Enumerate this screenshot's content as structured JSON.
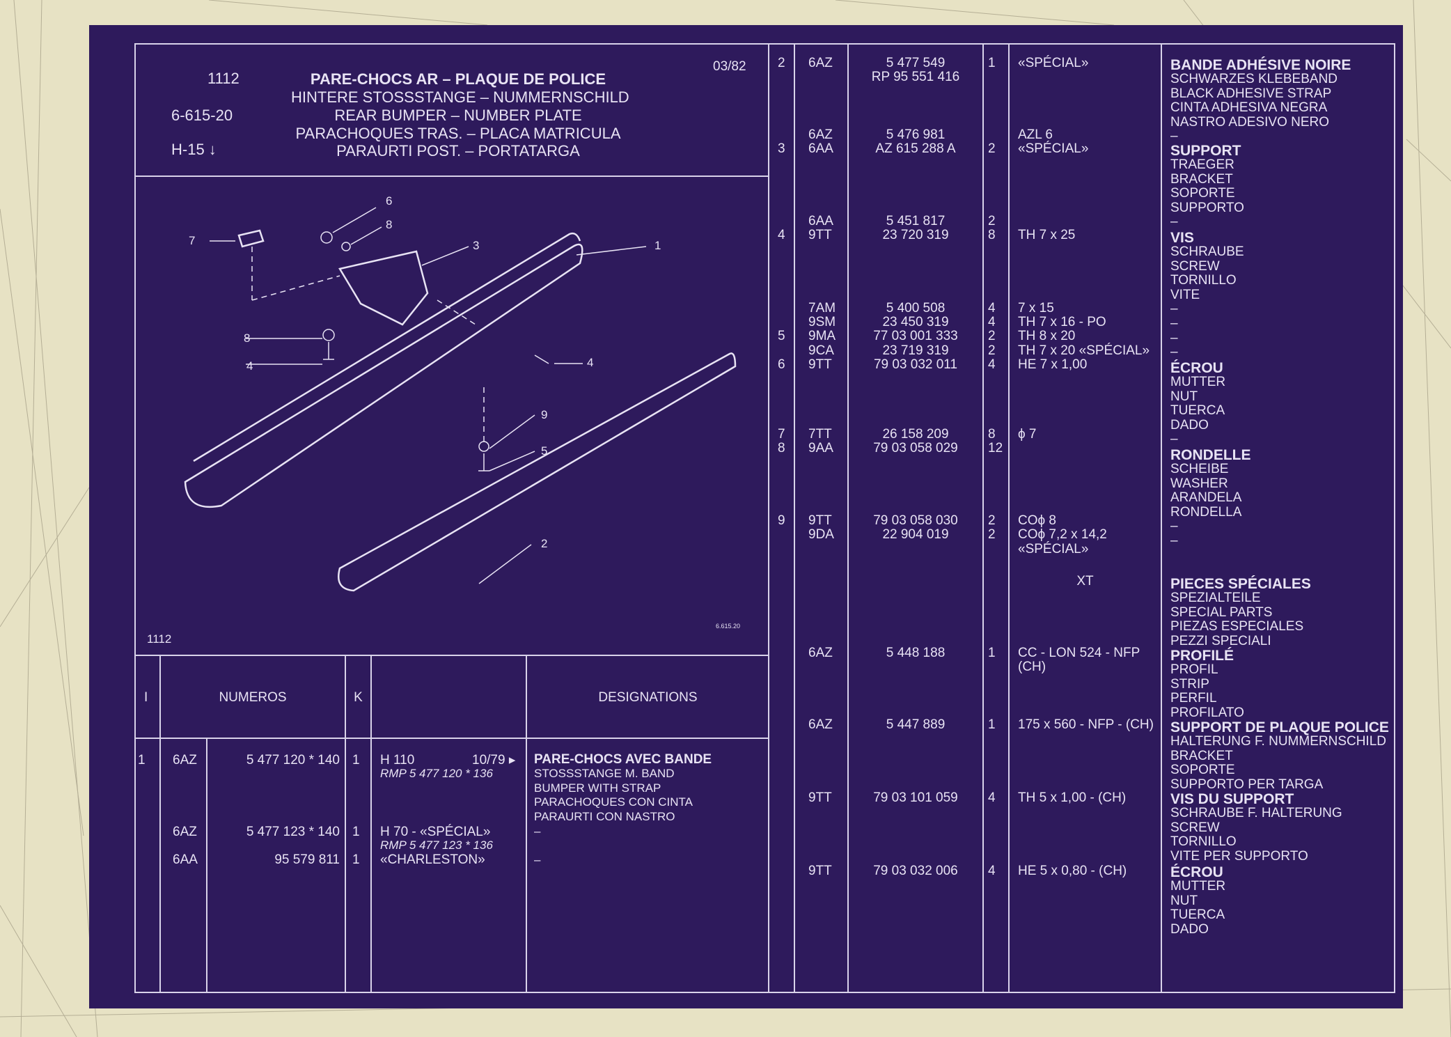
{
  "header": {
    "group": "1112",
    "ref": "6-615-20",
    "model": "H-15 ↓",
    "date": "03/82",
    "titles": [
      "PARE-CHOCS AR – PLAQUE DE POLICE",
      "HINTERE STOSSSTANGE – NUMMERNSCHILD",
      "REAR BUMPER – NUMBER PLATE",
      "PARACHOQUES TRAS. – PLACA MATRICULA",
      "PARAURTI POST. – PORTATARGA"
    ]
  },
  "illustration": {
    "callouts": [
      "1",
      "2",
      "3",
      "4",
      "5",
      "6",
      "7",
      "8",
      "9",
      "8",
      "4"
    ],
    "footer_group": "1112",
    "footer_ref": "6.615.20"
  },
  "table_header": {
    "col_i": "I",
    "col_numeros": "NUMEROS",
    "col_k": "K",
    "col_designations": "DESIGNATIONS"
  },
  "left_rows": [
    {
      "item": "1",
      "code": "6AZ",
      "num": "5  477  120 * 140",
      "qty": "1",
      "note": "H 110",
      "date": "10/79 ▸",
      "sub": "RMP 5 477 120 * 136"
    },
    {
      "item": "",
      "code": "6AZ",
      "num": "5  477  123 * 140",
      "qty": "1",
      "note": "H 70 - «SPÉCIAL»",
      "date": "",
      "sub": "RMP 5 477 123 * 136"
    },
    {
      "item": "",
      "code": "6AA",
      "num": "95  579  811",
      "qty": "1",
      "note": "«CHARLESTON»",
      "date": "",
      "sub": ""
    }
  ],
  "left_desc": {
    "title": "PARE-CHOCS AVEC BANDE",
    "lines": [
      "STOSSSTANGE M. BAND",
      "BUMPER WITH STRAP",
      "PARACHOQUES CON CINTA",
      "PARAURTI CON NASTRO"
    ],
    "dash1": "–",
    "dash2": "–"
  },
  "right_rows": [
    {
      "item": "2",
      "code": "6AZ",
      "num": "5  477  549",
      "qty": "1",
      "note": "«SPÉCIAL»"
    },
    {
      "item": "",
      "code": "",
      "num": "RP  95  551  416",
      "qty": "",
      "note": ""
    },
    {
      "item": "",
      "code": "6AZ",
      "num": "5  476  981",
      "qty": "",
      "note": "AZL 6"
    },
    {
      "item": "3",
      "code": "6AA",
      "num": "AZ  615  288  A",
      "qty": "2",
      "note": "«SPÉCIAL»"
    },
    {
      "item": "",
      "code": "6AA",
      "num": "5  451  817",
      "qty": "2",
      "note": ""
    },
    {
      "item": "4",
      "code": "9TT",
      "num": "23  720  319",
      "qty": "8",
      "note": "TH 7 x 25"
    },
    {
      "item": "",
      "code": "7AM",
      "num": "5  400  508",
      "qty": "4",
      "note": "7 x 15"
    },
    {
      "item": "",
      "code": "9SM",
      "num": "23  450  319",
      "qty": "4",
      "note": "TH 7 x 16 - PO"
    },
    {
      "item": "5",
      "code": "9MA",
      "num": "77  03  001  333",
      "qty": "2",
      "note": "TH 8 x 20"
    },
    {
      "item": "",
      "code": "9CA",
      "num": "23  719  319",
      "qty": "2",
      "note": "TH 7 x 20  «SPÉCIAL»"
    },
    {
      "item": "6",
      "code": "9TT",
      "num": "79  03  032  011",
      "qty": "4",
      "note": "HE 7 x 1,00"
    },
    {
      "item": "7",
      "code": "7TT",
      "num": "26  158  209",
      "qty": "8",
      "note": "ϕ 7"
    },
    {
      "item": "8",
      "code": "9AA",
      "num": "79  03  058  029",
      "qty": "12",
      "note": ""
    },
    {
      "item": "9",
      "code": "9TT",
      "num": "79  03  058  030",
      "qty": "2",
      "note": "COϕ 8"
    },
    {
      "item": "",
      "code": "9DA",
      "num": "22  904  019",
      "qty": "2",
      "note": "COϕ 7,2 x 14,2"
    },
    {
      "item": "",
      "code": "",
      "num": "",
      "qty": "",
      "note": "«SPÉCIAL»"
    },
    {
      "item": "",
      "code": "",
      "num": "",
      "qty": "",
      "note": "XT"
    },
    {
      "item": "",
      "code": "6AZ",
      "num": "5  448  188",
      "qty": "1",
      "note": "CC - LON 524 - NFP"
    },
    {
      "item": "",
      "code": "",
      "num": "",
      "qty": "",
      "note": "(CH)"
    },
    {
      "item": "",
      "code": "6AZ",
      "num": "5  447  889",
      "qty": "1",
      "note": "175 x 560 - NFP - (CH)"
    },
    {
      "item": "",
      "code": "9TT",
      "num": "79  03  101  059",
      "qty": "4",
      "note": "TH 5 x 1,00 - (CH)"
    },
    {
      "item": "",
      "code": "9TT",
      "num": "79  03  032  006",
      "qty": "4",
      "note": "HE 5 x 0,80 - (CH)"
    }
  ],
  "right_desc": [
    {
      "title": "BANDE ADHÉSIVE NOIRE",
      "lines": [
        "SCHWARZES KLEBEBAND",
        "BLACK ADHESIVE STRAP",
        "CINTA ADHESIVA NEGRA",
        "NASTRO ADESIVO NERO",
        "–"
      ]
    },
    {
      "title": "SUPPORT",
      "lines": [
        "TRAEGER",
        "BRACKET",
        "SOPORTE",
        "SUPPORTO",
        "–"
      ]
    },
    {
      "title": "VIS",
      "lines": [
        "SCHRAUBE",
        "SCREW",
        "TORNILLO",
        "VITE",
        "–",
        "–",
        "–",
        "–"
      ]
    },
    {
      "title": "ÉCROU",
      "lines": [
        "MUTTER",
        "NUT",
        "TUERCA",
        "DADO",
        "–"
      ]
    },
    {
      "title": "RONDELLE",
      "lines": [
        "SCHEIBE",
        "WASHER",
        "ARANDELA",
        "RONDELLA",
        "–",
        "–"
      ]
    },
    {
      "title": "PIECES SPÉCIALES",
      "lines": [
        "SPEZIALTEILE",
        "SPECIAL PARTS",
        "PIEZAS ESPECIALES",
        "PEZZI SPECIALI"
      ]
    },
    {
      "title": "PROFILÉ",
      "lines": [
        "PROFIL",
        "STRIP",
        "PERFIL",
        "PROFILATO"
      ]
    },
    {
      "title": "SUPPORT DE PLAQUE POLICE",
      "lines": [
        "HALTERUNG F. NUMMERNSCHILD",
        "BRACKET",
        "SOPORTE",
        "SUPPORTO PER TARGA"
      ]
    },
    {
      "title": "VIS DU SUPPORT",
      "lines": [
        "SCHRAUBE F. HALTERUNG",
        "SCREW",
        "TORNILLO",
        "VITE PER SUPPORTO"
      ]
    },
    {
      "title": "ÉCROU",
      "lines": [
        "MUTTER",
        "NUT",
        "TUERCA",
        "DADO"
      ]
    }
  ]
}
